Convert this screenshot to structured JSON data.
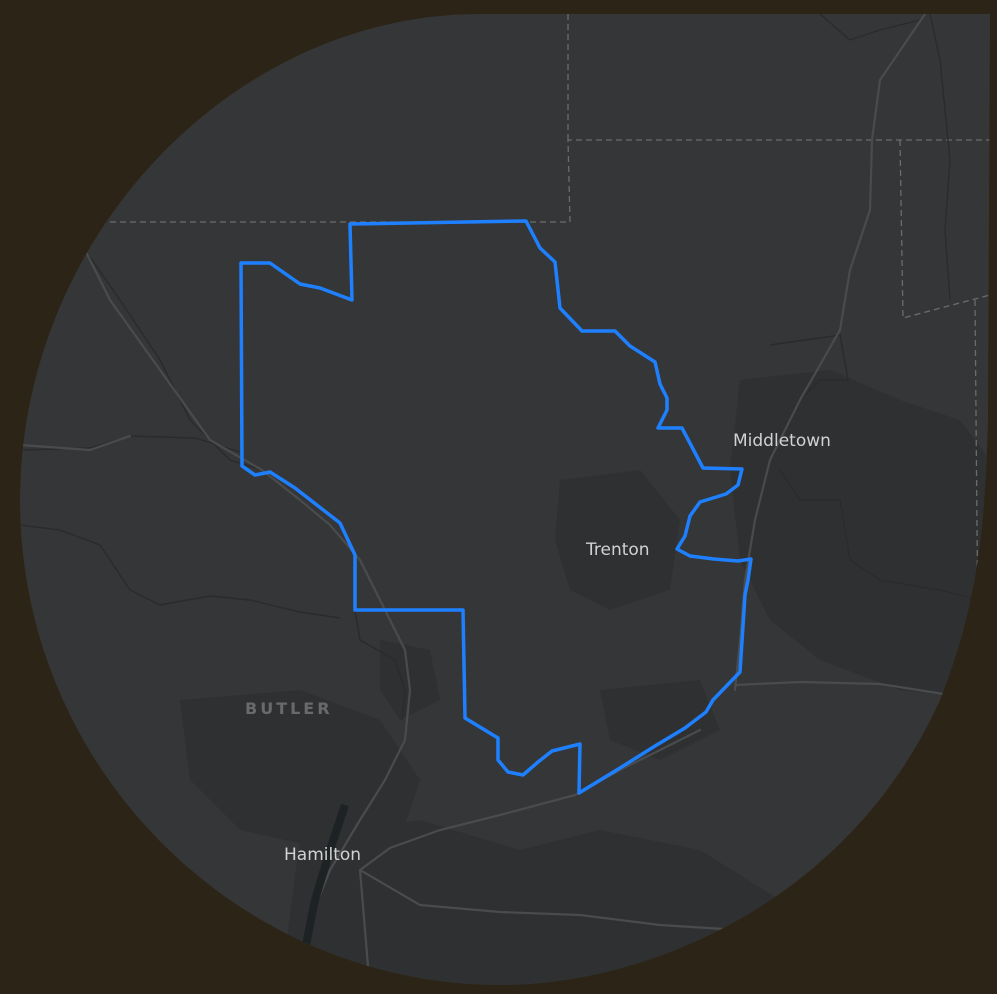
{
  "map": {
    "colors": {
      "frame": "#2c2416",
      "land": "#353637",
      "urban": "#2f3031",
      "road": "#4a4b4d",
      "boundary": "#6c6c6c",
      "highlight": "#1e80ff"
    },
    "labels": {
      "middletown": "Middletown",
      "trenton": "Trenton",
      "butler": "BUTLER",
      "hamilton": "Hamilton"
    }
  }
}
